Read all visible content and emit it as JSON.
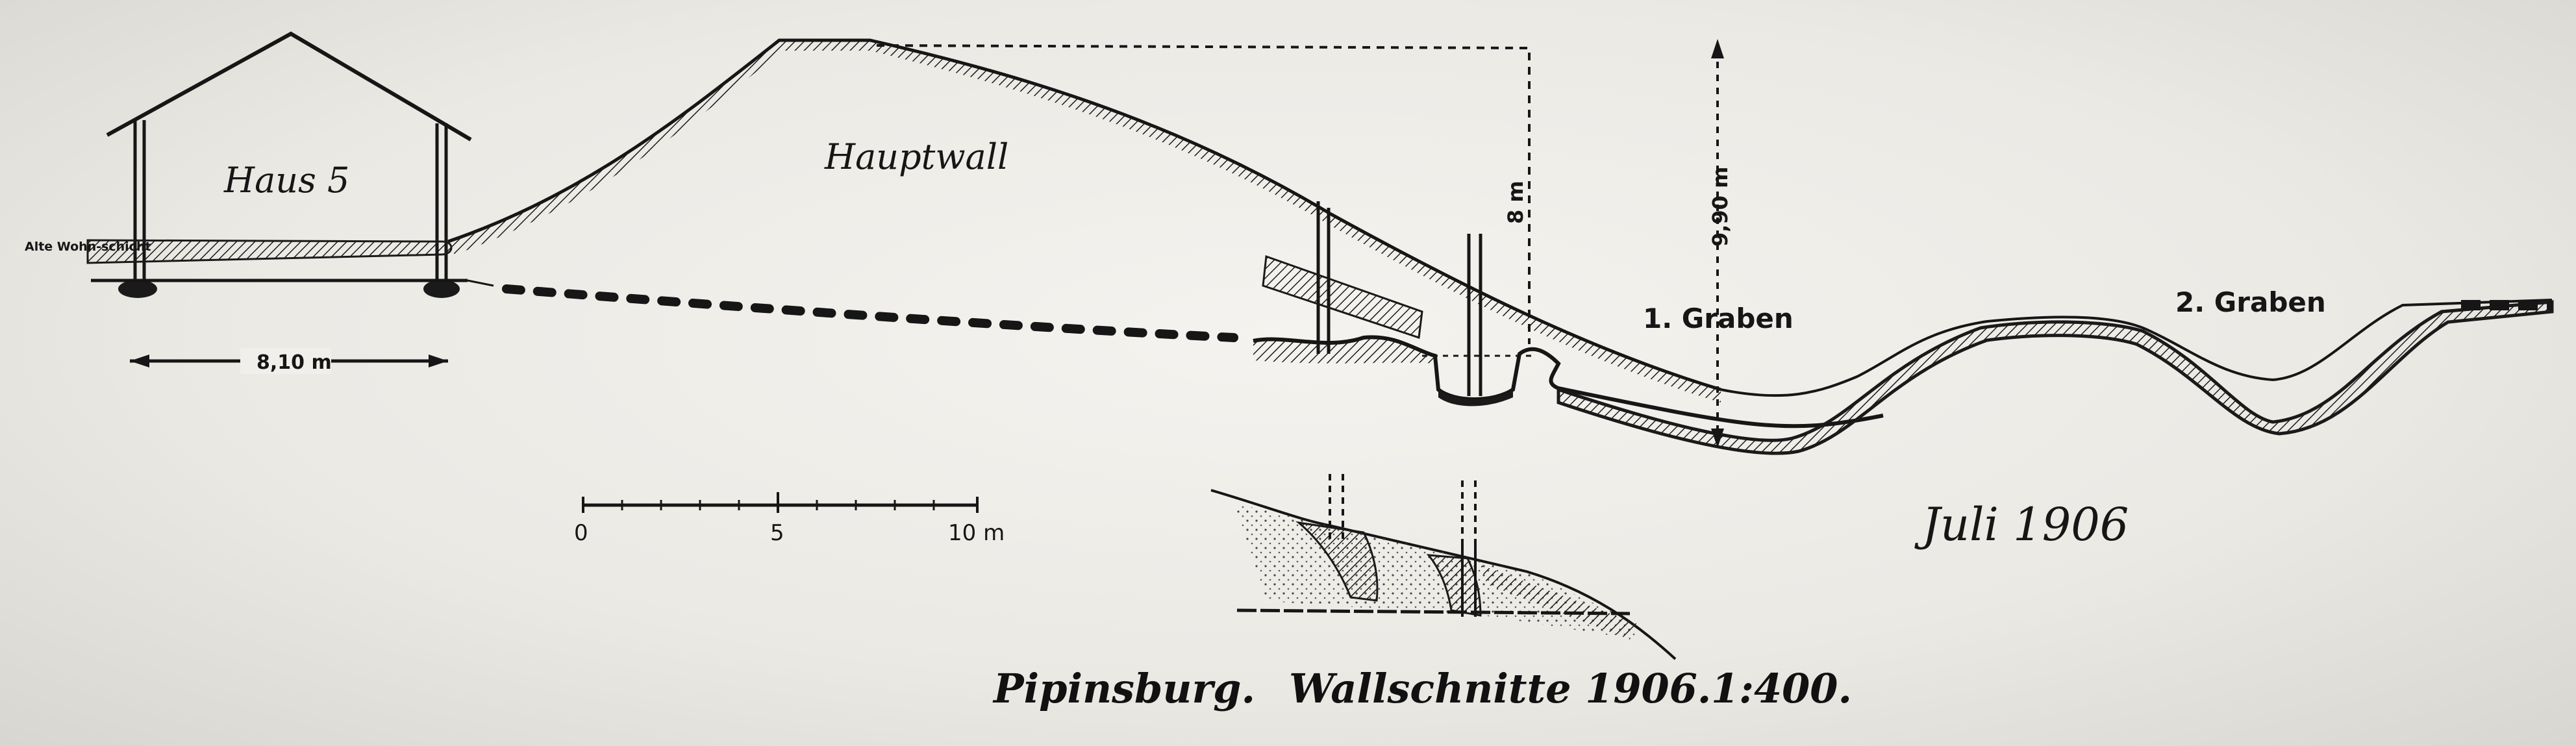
{
  "labels": {
    "house": "Haus 5",
    "main_wall": "Hauptwall",
    "old_surface": "Alte Wohn-schicht",
    "ditch1": "1. Graben",
    "ditch2": "2. Graben",
    "house_width": "8,10 m",
    "height_wall": "8 m",
    "height_total": "9,90 m",
    "date": "Juli 1906"
  },
  "scale_bar": {
    "ticks": [
      "0",
      "5",
      "10 m"
    ]
  },
  "caption": {
    "place": "Pipinsburg.",
    "title": "Wallschnitte 1906.",
    "ratio": "1:400."
  }
}
